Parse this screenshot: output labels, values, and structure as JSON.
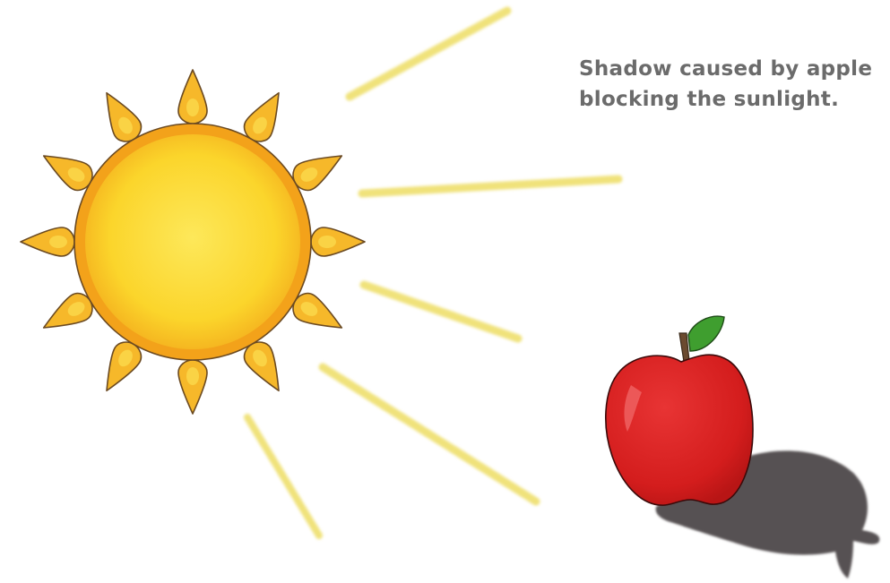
{
  "caption": {
    "line1": "Shadow caused by apple",
    "line2": "blocking the sunlight."
  },
  "icons": {
    "sun": "sun-icon",
    "apple": "apple-icon",
    "shadow": "apple-shadow"
  },
  "colors": {
    "sun_core": "#fbd52b",
    "sun_rim": "#f3a21a",
    "ray": "#f0e27a",
    "apple": "#d81f1f",
    "leaf": "#3f9e2f",
    "stem": "#6b4a2f",
    "shadow": "#575152",
    "caption_text": "#6b6b6b"
  }
}
